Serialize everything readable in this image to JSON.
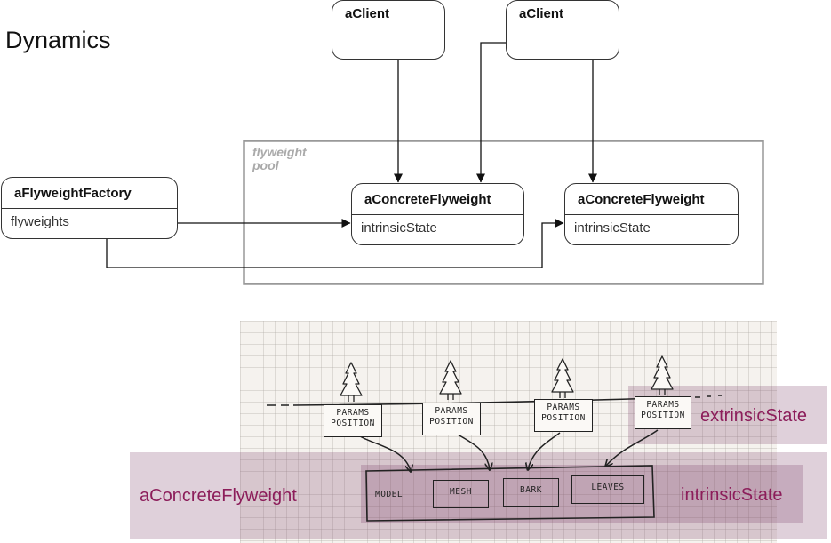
{
  "title": "Dynamics",
  "uml": {
    "clients": [
      {
        "name": "aClient"
      },
      {
        "name": "aClient"
      }
    ],
    "factory": {
      "name": "aFlyweightFactory",
      "attribute": "flyweights"
    },
    "pool_label": [
      "flyweight",
      "pool"
    ],
    "flyweights": [
      {
        "name": "aConcreteFlyweight",
        "attribute": "intrinsicState"
      },
      {
        "name": "aConcreteFlyweight",
        "attribute": "intrinsicState"
      }
    ]
  },
  "sketch": {
    "cards": [
      [
        "PARAMS",
        "POSITION"
      ],
      [
        "PARAMS",
        "POSITION"
      ],
      [
        "PARAMS",
        "POSITION"
      ],
      [
        "PARAMS",
        "POSITION"
      ]
    ],
    "parts": [
      "MODEL",
      "MESH",
      "BARK",
      "LEAVES"
    ],
    "labels": {
      "extrinsic": "extrinsicState",
      "concrete": "aConcreteFlyweight",
      "intrinsic": "intrinsicState"
    }
  },
  "colors": {
    "highlight_band": "#c9aec0",
    "label_text": "#8c1d5a",
    "pool_border": "#999999"
  }
}
